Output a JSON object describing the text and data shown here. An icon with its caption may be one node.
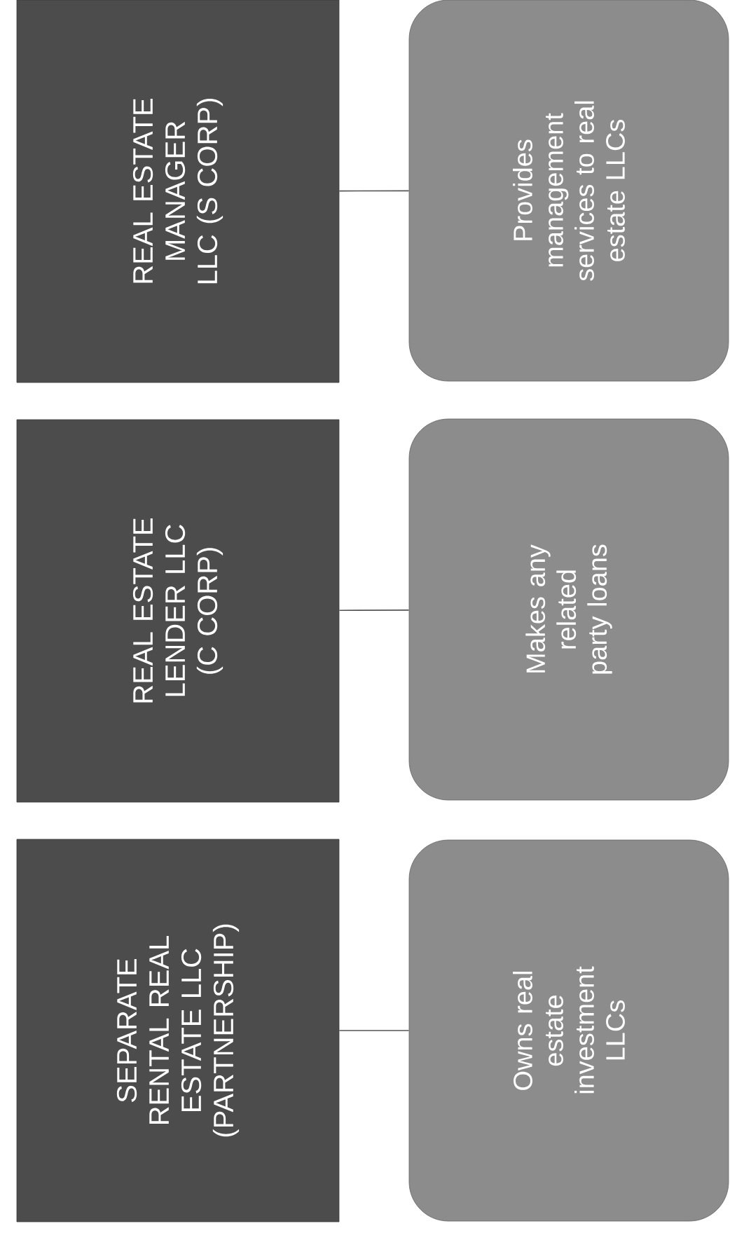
{
  "diagram": {
    "nodes": [
      {
        "text": [
          "SEPARATE RENTAL REAL ESTATE LLC (PARTNERSHIP)"
        ]
      },
      {
        "text": [
          "REAL ESTATE LENDER LLC (C CORP)"
        ]
      },
      {
        "text": [
          "REAL ESTATE MANAGER LLC (S CORP)"
        ]
      },
      {
        "text": [
          "Owns real estate investment LLCs"
        ]
      },
      {
        "text": [
          "Makes any related party loans"
        ]
      },
      {
        "text": [
          "Provides management services to real estate LLCs"
        ]
      }
    ],
    "edges": [
      {
        "from": 0,
        "to": 3,
        "arrow": "none"
      },
      {
        "from": 1,
        "to": 4,
        "arrow": "none"
      },
      {
        "from": 2,
        "to": 5,
        "arrow": "none"
      }
    ]
  }
}
